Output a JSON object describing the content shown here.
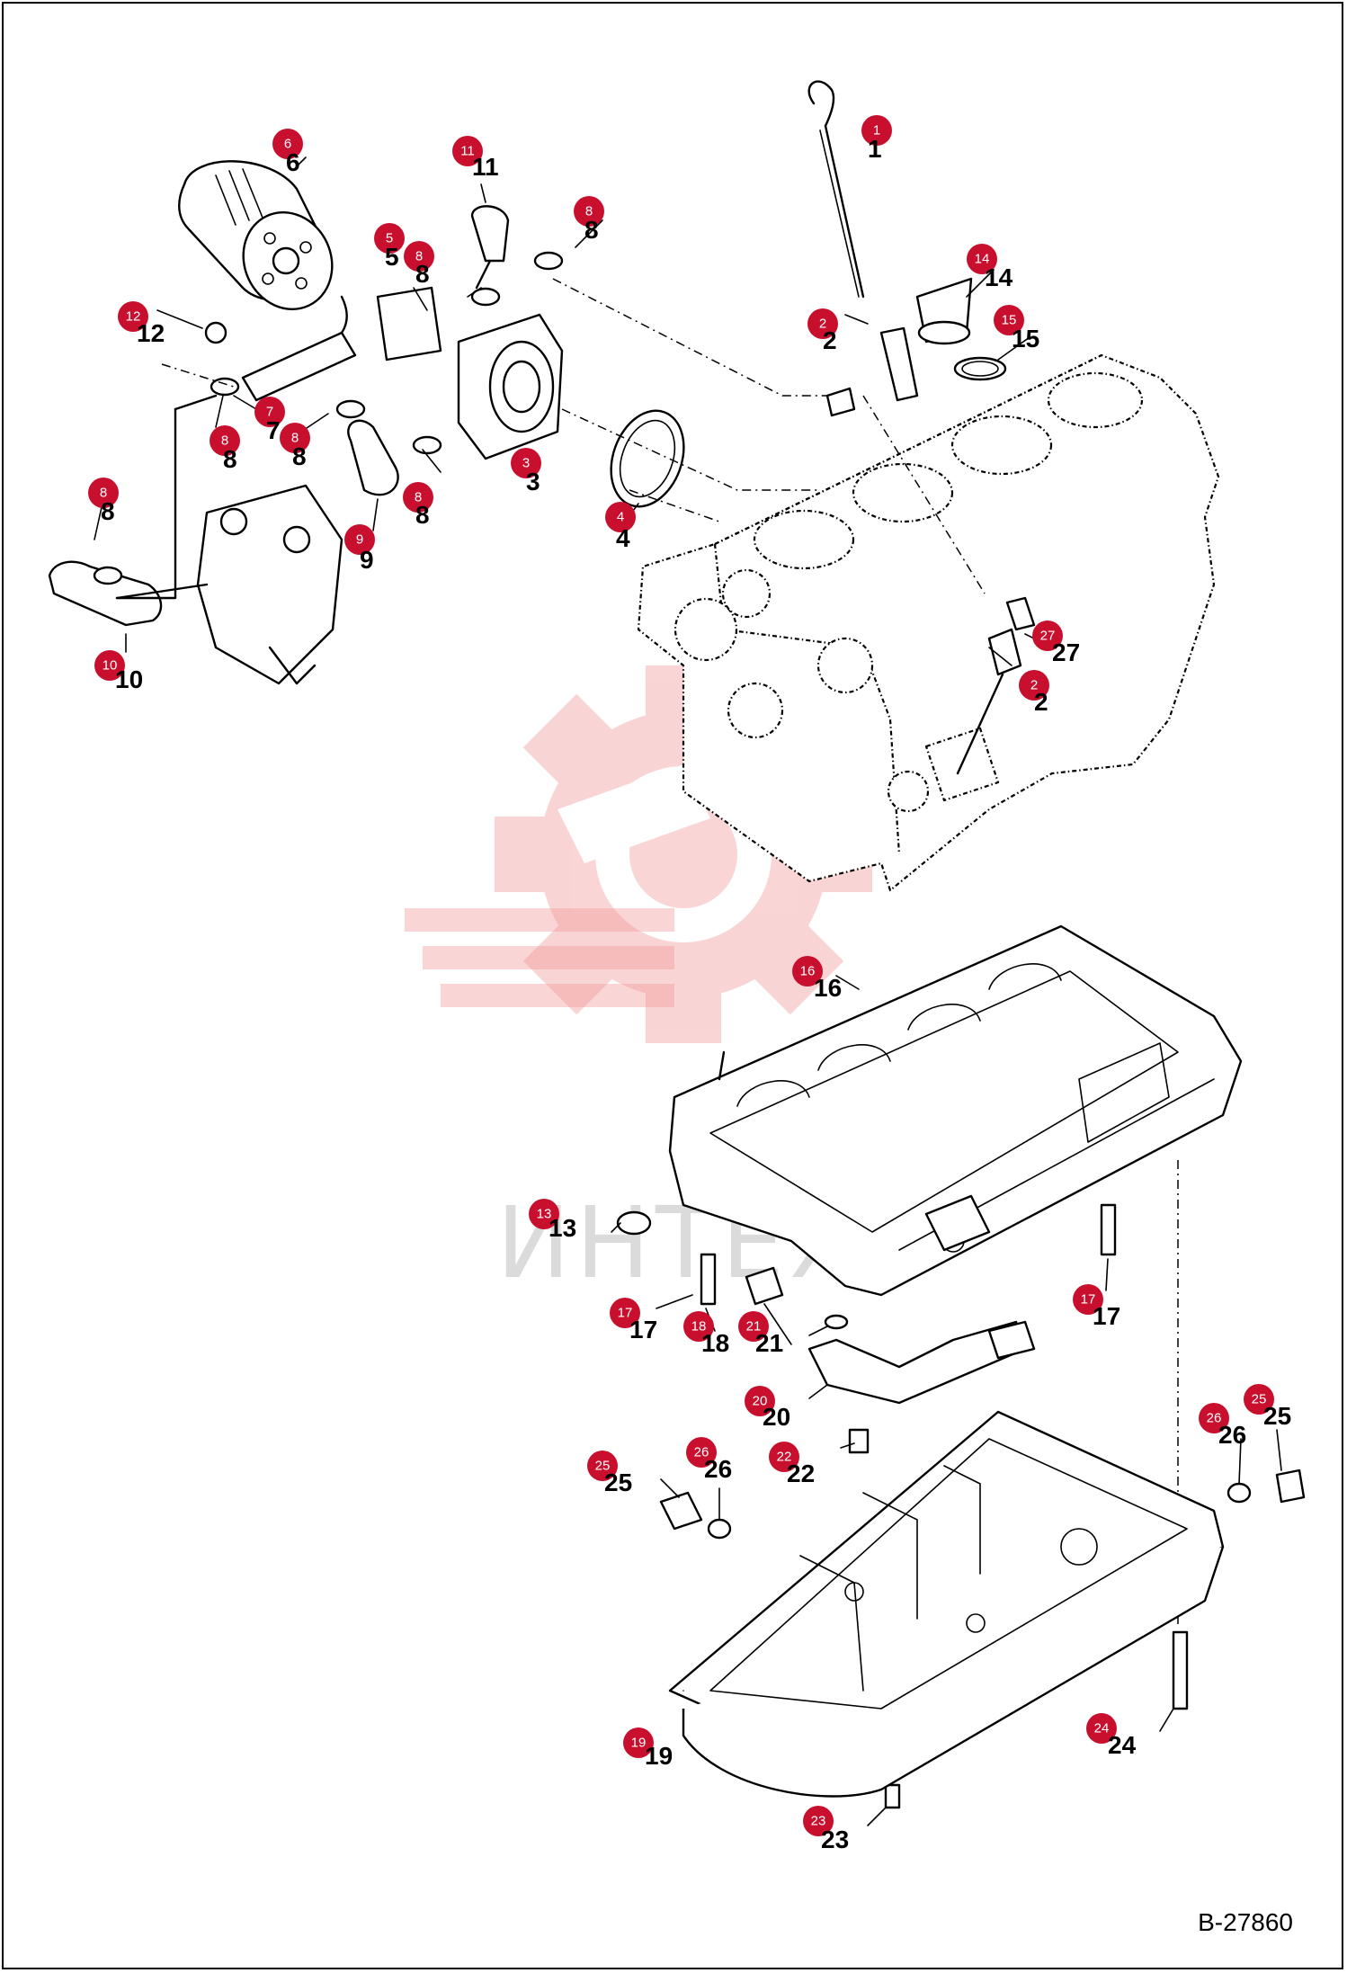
{
  "drawing_code": "B-27860",
  "watermark_text": "ИНТЕХ",
  "callouts": [
    {
      "num": "1",
      "label": "1"
    },
    {
      "num": "2",
      "label": "2"
    },
    {
      "num": "2",
      "label": "2"
    },
    {
      "num": "3",
      "label": "3"
    },
    {
      "num": "4",
      "label": "4"
    },
    {
      "num": "5",
      "label": "5"
    },
    {
      "num": "6",
      "label": "6"
    },
    {
      "num": "7",
      "label": "7"
    },
    {
      "num": "8",
      "label": "8"
    },
    {
      "num": "8",
      "label": "8"
    },
    {
      "num": "8",
      "label": "8"
    },
    {
      "num": "8",
      "label": "8"
    },
    {
      "num": "8",
      "label": "8"
    },
    {
      "num": "8",
      "label": "8"
    },
    {
      "num": "9",
      "label": "9"
    },
    {
      "num": "10",
      "label": "10"
    },
    {
      "num": "11",
      "label": "11"
    },
    {
      "num": "12",
      "label": "12"
    },
    {
      "num": "13",
      "label": "13"
    },
    {
      "num": "14",
      "label": "14"
    },
    {
      "num": "15",
      "label": "15"
    },
    {
      "num": "16",
      "label": "16"
    },
    {
      "num": "17",
      "label": "17"
    },
    {
      "num": "17",
      "label": "17"
    },
    {
      "num": "18",
      "label": "18"
    },
    {
      "num": "19",
      "label": "19"
    },
    {
      "num": "20",
      "label": "20"
    },
    {
      "num": "21",
      "label": "21"
    },
    {
      "num": "22",
      "label": "22"
    },
    {
      "num": "23",
      "label": "23"
    },
    {
      "num": "24",
      "label": "24"
    },
    {
      "num": "25",
      "label": "25"
    },
    {
      "num": "25",
      "label": "25"
    },
    {
      "num": "26",
      "label": "26"
    },
    {
      "num": "26",
      "label": "26"
    },
    {
      "num": "27",
      "label": "27"
    }
  ]
}
